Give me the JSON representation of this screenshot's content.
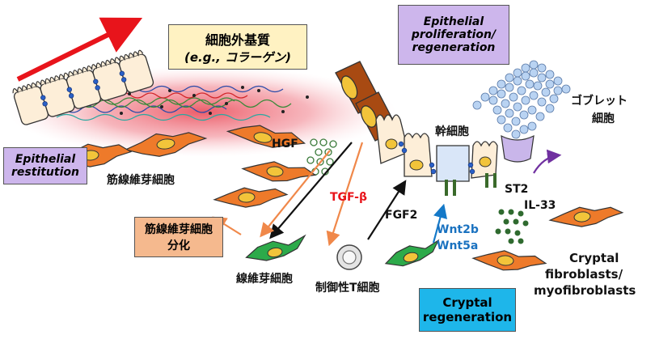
{
  "diagram": {
    "ecm_box": {
      "line1": "細胞外基質",
      "line2": "(e.g., コラーゲン)"
    },
    "proliferation_box": {
      "line1": "Epithelial",
      "line2": "proliferation/",
      "line3": "regeneration"
    },
    "restitution_box": {
      "line1": "Epithelial",
      "line2": "restitution"
    },
    "myofibroblast_differentiation_box": {
      "line1": "筋線維芽細胞",
      "line2": "分化"
    },
    "cryptal_regeneration_box": {
      "line1": "Cryptal",
      "line2": "regeneration"
    },
    "labels": {
      "myofibroblast": "筋線維芽細胞",
      "hgf": "HGF",
      "tgf_beta": "TGF-β",
      "fgf2": "FGF2",
      "fibroblast": "線維芽細胞",
      "treg": "制御性T細胞",
      "stem_cell": "幹細胞",
      "st2": "ST2",
      "il33": "IL-33",
      "wnt2b": "Wnt2b",
      "wnt5a": "Wnt5a",
      "goblet_line1": "ゴブレット",
      "goblet_line2": "細胞",
      "cryptal_fibro_line1": "Cryptal",
      "cryptal_fibro_line2": "fibroblasts/",
      "cryptal_fibro_line3": "myofibroblasts"
    },
    "colors": {
      "red_arrow": "#e8141b",
      "orange_arrow": "#f0884a",
      "blue_arrow": "#1479c8",
      "purple_arrow": "#7030a0",
      "myofibroblast_fill": "#ee7a2a",
      "fibroblast_fill": "#2daa4a",
      "ecm_box_fill": "#fff2c2",
      "purple_box_fill": "#cdb6ec",
      "orange_box_fill": "#f5b98e",
      "blue_box_fill": "#1eb6ea",
      "tgf_text": "#e8141b",
      "wnt_text": "#1a72c0"
    }
  }
}
